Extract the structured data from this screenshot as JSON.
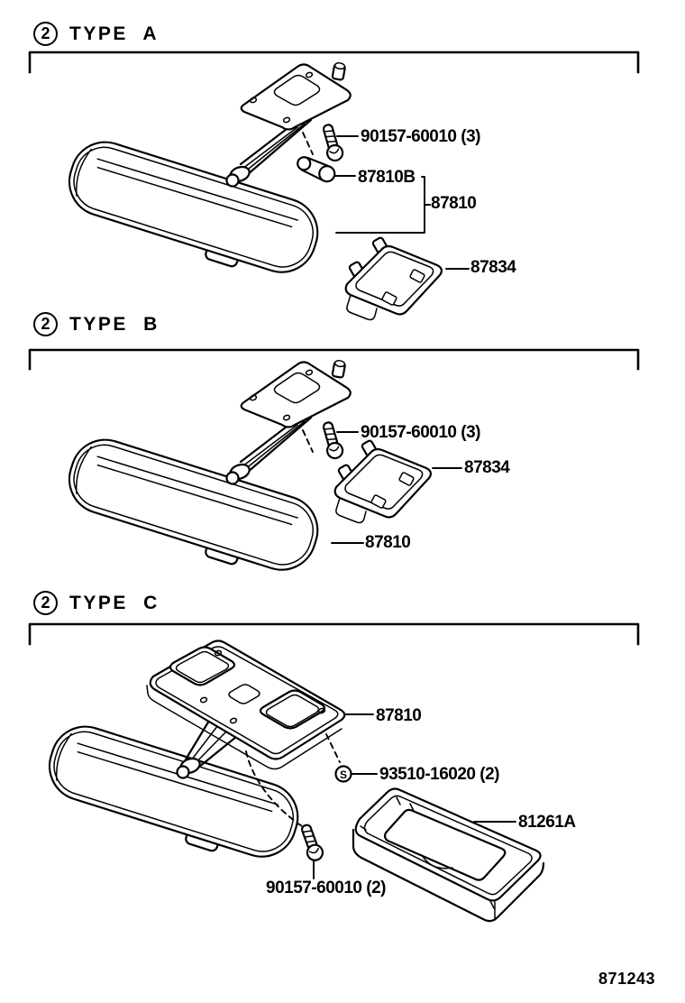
{
  "page": {
    "background": "#ffffff",
    "ink": "#000000"
  },
  "footer": {
    "diagram_number": "871243"
  },
  "sections": [
    {
      "marker": "2",
      "title": "TYPE A",
      "labels": [
        {
          "text": "90157-60010 (3)"
        },
        {
          "text": "87810B"
        },
        {
          "text": "87810"
        },
        {
          "text": "87834"
        }
      ]
    },
    {
      "marker": "2",
      "title": "TYPE B",
      "labels": [
        {
          "text": "90157-60010 (3)"
        },
        {
          "text": "87834"
        },
        {
          "text": "87810"
        }
      ]
    },
    {
      "marker": "2",
      "title": "TYPE C",
      "fastener_symbol": "S",
      "labels": [
        {
          "text": "87810"
        },
        {
          "text": "93510-16020 (2)"
        },
        {
          "text": "81261A"
        },
        {
          "text": "90157-60010 (2)"
        }
      ]
    }
  ]
}
